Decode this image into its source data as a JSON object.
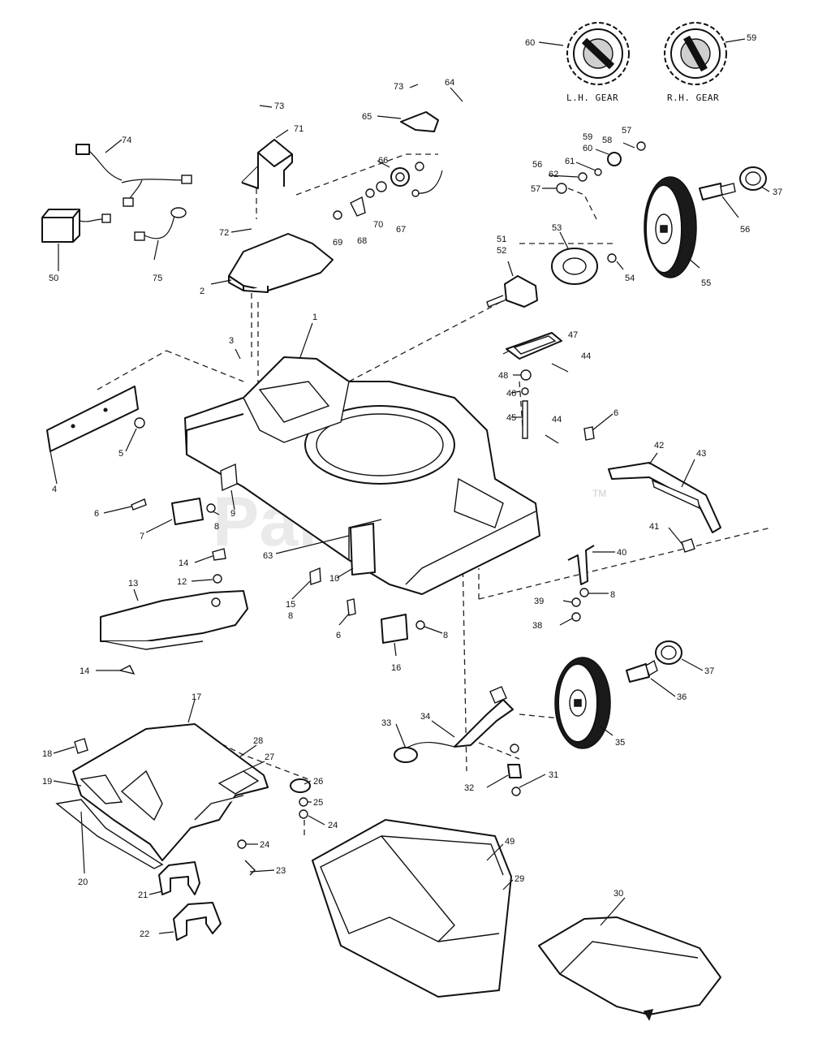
{
  "watermark": {
    "brand": "PartsTree",
    "trademark": "TM"
  },
  "gear_labels": {
    "left": "L.H. GEAR",
    "right": "R.H. GEAR"
  },
  "callouts": {
    "c1": "1",
    "c2": "2",
    "c3": "3",
    "c4": "4",
    "c5": "5",
    "c6a": "6",
    "c6b": "6",
    "c6c": "6",
    "c7": "7",
    "c8a": "8",
    "c8b": "8",
    "c8c": "8",
    "c8d": "8",
    "c9": "9",
    "c10": "10",
    "c12": "12",
    "c13": "13",
    "c14a": "14",
    "c14b": "14",
    "c15": "15",
    "c16": "16",
    "c17": "17",
    "c18": "18",
    "c19": "19",
    "c20": "20",
    "c21": "21",
    "c22": "22",
    "c23": "23",
    "c24a": "24",
    "c24b": "24",
    "c25": "25",
    "c26": "26",
    "c27": "27",
    "c28": "28",
    "c29": "29",
    "c30": "30",
    "c31": "31",
    "c32": "32",
    "c33": "33",
    "c34": "34",
    "c35": "35",
    "c36": "36",
    "c37a": "37",
    "c37b": "37",
    "c38": "38",
    "c39": "39",
    "c40": "40",
    "c41": "41",
    "c42": "42",
    "c43": "43",
    "c44a": "44",
    "c44b": "44",
    "c45": "45",
    "c46": "46",
    "c47": "47",
    "c48": "48",
    "c49": "49",
    "c50": "50",
    "c51": "51",
    "c52": "52",
    "c53": "53",
    "c54": "54",
    "c55": "55",
    "c56a": "56",
    "c56b": "56",
    "c57a": "57",
    "c57b": "57",
    "c58": "58",
    "c59a": "59",
    "c59b": "59",
    "c60a": "60",
    "c60b": "60",
    "c61": "61",
    "c62": "62",
    "c63": "63",
    "c64": "64",
    "c65": "65",
    "c66": "66",
    "c67": "67",
    "c68": "68",
    "c69": "69",
    "c70": "70",
    "c71": "71",
    "c72": "72",
    "c73a": "73",
    "c73b": "73",
    "c74": "74",
    "c75": "75"
  }
}
